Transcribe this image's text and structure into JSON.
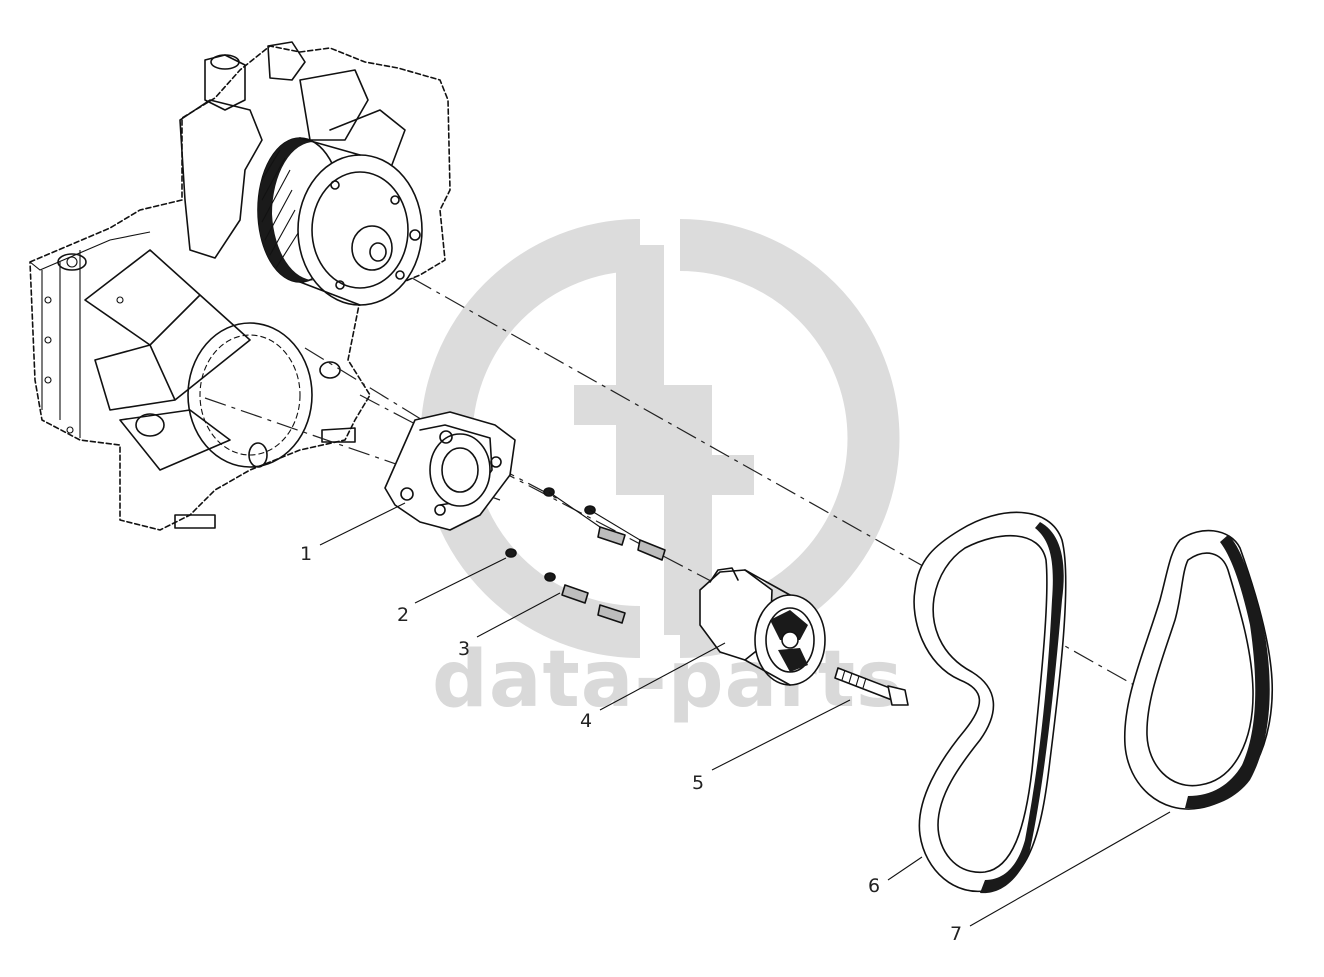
{
  "watermark": {
    "text": "data-parts",
    "color": "#d9d9d9"
  },
  "callouts": [
    {
      "id": "1",
      "label": "1"
    },
    {
      "id": "2",
      "label": "2"
    },
    {
      "id": "3",
      "label": "3"
    },
    {
      "id": "4",
      "label": "4"
    },
    {
      "id": "5",
      "label": "5"
    },
    {
      "id": "6",
      "label": "6"
    },
    {
      "id": "7",
      "label": "7"
    }
  ],
  "colors": {
    "line": "#111111",
    "background": "#ffffff",
    "watermark": "#d9d9d9"
  }
}
